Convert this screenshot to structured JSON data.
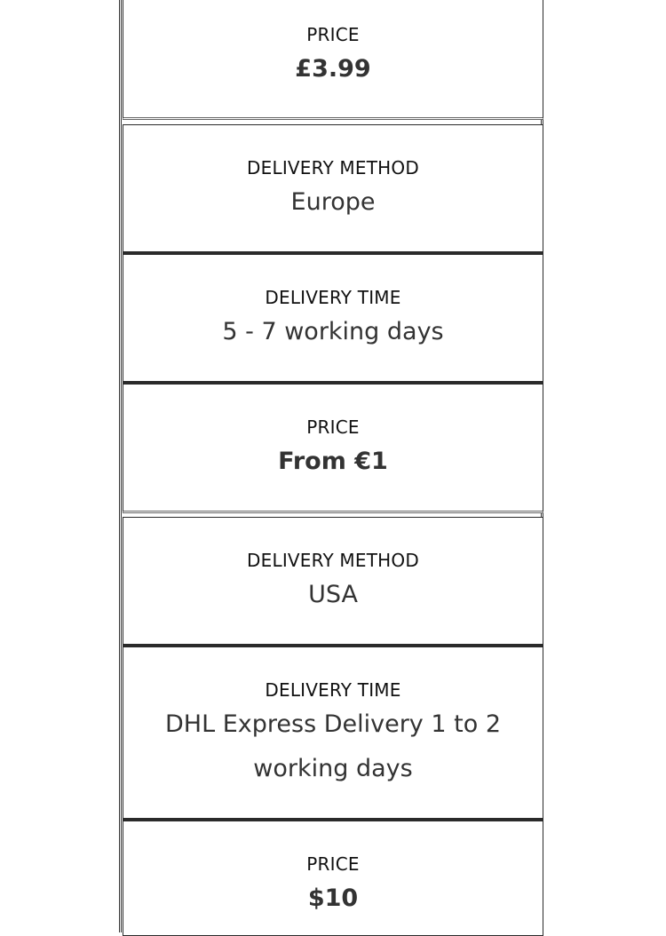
{
  "rows": [
    {
      "label": "PRICE",
      "value": "£3.99"
    },
    {
      "label": "DELIVERY METHOD",
      "value": "Europe"
    },
    {
      "label": "DELIVERY TIME",
      "value": "5 - 7 working days"
    },
    {
      "label": "PRICE",
      "value": "From €1"
    },
    {
      "label": "DELIVERY METHOD",
      "value": "USA"
    },
    {
      "label": "DELIVERY TIME",
      "value": "DHL Express Delivery 1 to 2 working days"
    },
    {
      "label": "PRICE",
      "value": "$10"
    }
  ]
}
